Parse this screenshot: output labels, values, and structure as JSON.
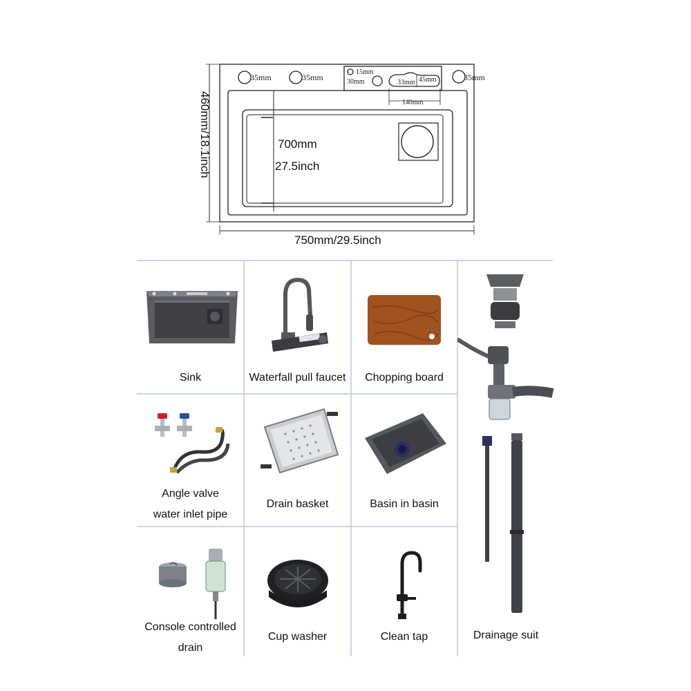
{
  "diagram": {
    "hole_left": "35mm",
    "hole_mid": "35mm",
    "hole_right": "35mm",
    "dim_15": "15mm",
    "dim_30": "30mm",
    "dim_33": "33mm",
    "dim_45": "45mm",
    "dim_140": "140mm",
    "inner_mm": "700mm",
    "inner_inch": "27.5inch",
    "height": "460mm/18.1inch",
    "width": "750mm/29.5inch"
  },
  "items": [
    {
      "label": "Sink"
    },
    {
      "label": "Waterfall pull faucet"
    },
    {
      "label": "Chopping board"
    },
    {
      "label_line1": "Angle valve",
      "label_line2": "water inlet pipe"
    },
    {
      "label": "Drain basket"
    },
    {
      "label": "Basin in basin"
    },
    {
      "label_line1": "Console controlled",
      "label_line2": "drain"
    },
    {
      "label": "Cup washer"
    },
    {
      "label": "Clean tap"
    },
    {
      "label": "Drainage suit"
    }
  ],
  "colors": {
    "grid_line": "#b9c7dc",
    "steel_dark": "#4a4d52",
    "wood": "#a0521f",
    "red_handle": "#c8202a",
    "blue_handle": "#2a4ea0"
  }
}
